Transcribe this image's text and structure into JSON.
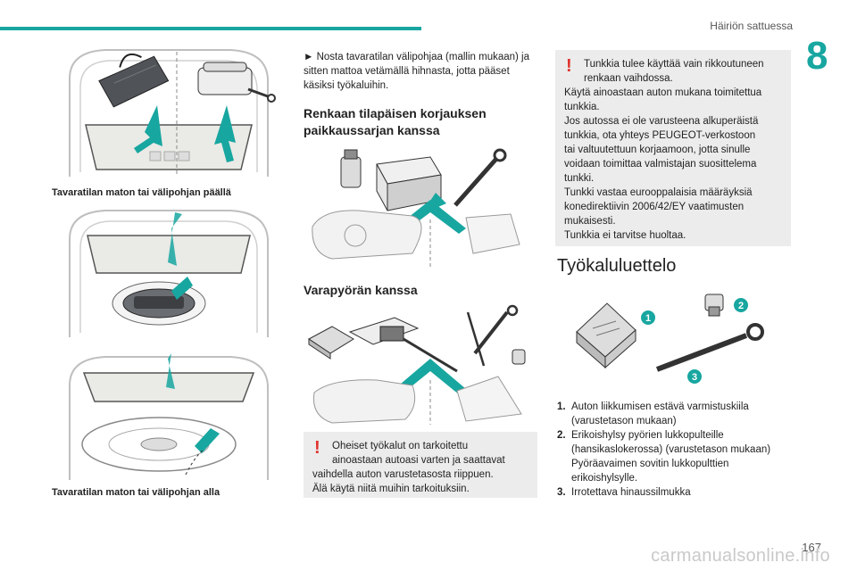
{
  "header": {
    "section_title": "Häiriön sattuessa",
    "chapter_number": "8",
    "page_number": "167"
  },
  "watermark": "carmanualsonline.info",
  "left_column": {
    "caption_top": "Tavaratilan maton tai välipohjan päällä",
    "caption_bottom": "Tavaratilan maton tai välipohjan alla"
  },
  "middle_column": {
    "intro": "► Nosta tavaratilan välipohjaa (mallin mukaan) ja sitten mattoa vetämällä hihnasta, jotta pääset käsiksi työkaluihin.",
    "heading_repair_kit": "Renkaan tilapäisen korjauksen paikkaussarjan kanssa",
    "heading_spare_wheel": "Varapyörän kanssa",
    "warning_line1": "Oheiset työkalut on tarkoitettu",
    "warning_line2": "ainoastaan autoasi varten ja saattavat",
    "warning_line3": "vaihdella auton varustetasosta riippuen.",
    "warning_line4": "Älä käytä niitä muihin tarkoituksiin."
  },
  "right_column": {
    "warning_line1": "Tunkkia tulee käyttää vain rikkoutuneen",
    "warning_line2": "renkaan vaihdossa.",
    "warning_rest": [
      "Käytä ainoastaan auton mukana toimitettua",
      "tunkkia.",
      "Jos autossa ei ole varusteena alkuperäistä",
      "tunkkia, ota yhteys PEUGEOT-verkostoon",
      "tai valtuutettuun korjaamoon, jotta sinulle",
      "voidaan toimittaa valmistajan suosittelema",
      "tunkki.",
      "Tunkki vastaa eurooppalaisia määräyksiä",
      "konedirektiivin 2006/42/EY vaatimusten",
      "mukaisesti.",
      "Tunkkia ei tarvitse huoltaa."
    ],
    "heading_tools": "Työkaluluettelo",
    "tool_markers": [
      "1",
      "2",
      "3"
    ],
    "tools": [
      {
        "num": "1.",
        "lines": [
          "Auton liikkumisen estävä varmistuskiila",
          "(varustetason mukaan)"
        ]
      },
      {
        "num": "2.",
        "lines": [
          "Erikoishylsy pyörien lukkopulteille",
          "(hansikaslokerossa) (varustetason mukaan)",
          "Pyöräavaimen sovitin lukkopulttien",
          "erikoishylsylle."
        ]
      },
      {
        "num": "3.",
        "lines": [
          "Irrotettava hinaussilmukka"
        ]
      }
    ]
  },
  "colors": {
    "accent": "#18a6a0",
    "warning": "#e0312d",
    "box": "#ececec"
  }
}
